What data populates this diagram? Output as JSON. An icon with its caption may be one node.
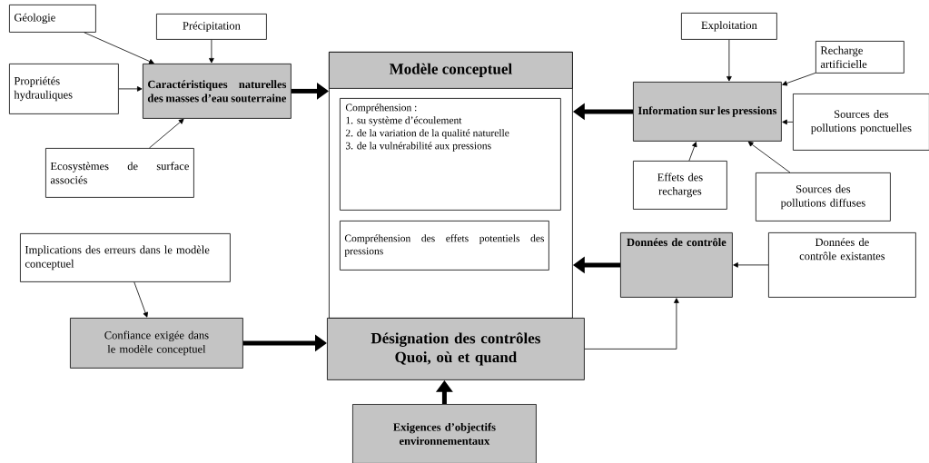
{
  "diagram": {
    "nodes": [
      {
        "text": [
          "Géologie"
        ]
      },
      {
        "text": [
          "Précipitation"
        ]
      },
      {
        "text": [
          "Propriétés hydrauliques"
        ]
      },
      {
        "text": [
          "Caractéristiques naturelles des masses d’eau souterraine"
        ]
      },
      {
        "text": [
          "Ecosystèmes de surface associés"
        ]
      },
      {
        "text": [
          "Modèle conceptuel"
        ]
      },
      {
        "text": [
          "Compréhension :",
          "1. su système d’écoulement",
          "2. de la variation de la qualité naturelle",
          "3. de la vulnérabilité aux pressions"
        ],
        "in": 5
      },
      {
        "text": [
          "Compréhension des effets potentiels des pressions"
        ],
        "in": 5
      },
      {
        "text": [
          "Désignation des contrôles Quoi, où et quand"
        ]
      },
      {
        "text": [
          "Exploitation"
        ]
      },
      {
        "text": [
          "Recharge artificielle"
        ]
      },
      {
        "text": [
          "Information sur les pressions"
        ]
      },
      {
        "text": [
          "Sources des pollutions ponctuelles"
        ]
      },
      {
        "text": [
          "Effets des recharges"
        ]
      },
      {
        "text": [
          "Sources des pollutions diffuses"
        ]
      },
      {
        "text": [
          "Implications des erreurs dans le modèle conceptuel"
        ]
      },
      {
        "text": [
          "Données de contrôle"
        ]
      },
      {
        "text": [
          "Données de contrôle existantes"
        ]
      },
      {
        "text": [
          "Confiance exigée dans le modèle conceptuel"
        ]
      },
      {
        "text": [
          "Exigences d’objectifs environnementaux"
        ]
      }
    ],
    "edges": [
      {
        "from": 0,
        "to": 3,
        "arrow": "to"
      },
      {
        "from": 1,
        "to": 3,
        "arrow": "to"
      },
      {
        "from": 2,
        "to": 3,
        "arrow": "to"
      },
      {
        "from": 4,
        "to": 3,
        "arrow": "to"
      },
      {
        "from": 3,
        "to": 5,
        "arrow": "to",
        "style": "thick"
      },
      {
        "from": 9,
        "to": 11,
        "arrow": "to"
      },
      {
        "from": 10,
        "to": 11,
        "arrow": "to"
      },
      {
        "from": 12,
        "to": 11,
        "arrow": "to"
      },
      {
        "from": 13,
        "to": 11,
        "arrow": "to"
      },
      {
        "from": 14,
        "to": 11,
        "arrow": "to"
      },
      {
        "from": 11,
        "to": 5,
        "arrow": "to",
        "style": "thick"
      },
      {
        "from": 15,
        "to": 18,
        "arrow": "to"
      },
      {
        "from": 18,
        "to": 8,
        "arrow": "to",
        "style": "thick"
      },
      {
        "from": 19,
        "to": 8,
        "arrow": "to",
        "style": "thick"
      },
      {
        "from": 8,
        "to": 16,
        "arrow": "to"
      },
      {
        "from": 17,
        "to": 16,
        "arrow": "to"
      },
      {
        "from": 16,
        "to": 5,
        "arrow": "to",
        "style": "thick"
      }
    ]
  }
}
